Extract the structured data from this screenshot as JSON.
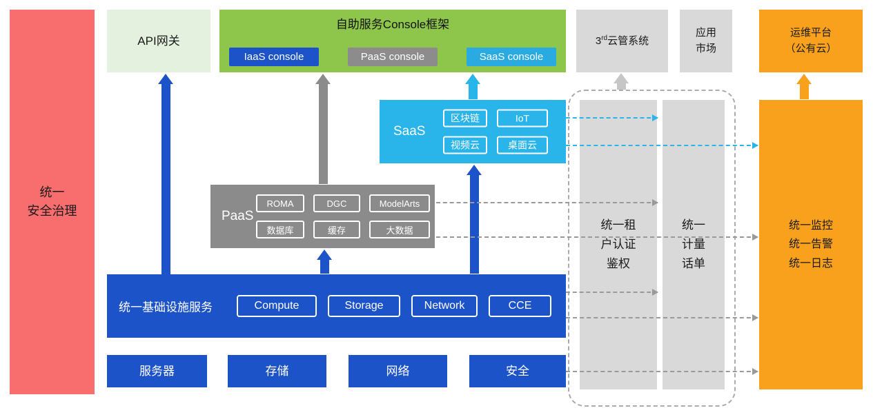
{
  "colors": {
    "red": "#f86e6e",
    "light_green": "#e4f1de",
    "green": "#8ec64c",
    "blue": "#1d53c8",
    "gray": "#8b8b8b",
    "cyan": "#29b4ea",
    "light_gray": "#d9d9d9",
    "orange": "#f9a11c"
  },
  "security_bar": {
    "label": "统一\n安全治理"
  },
  "api_gateway": {
    "label": "API网关"
  },
  "console_frame": {
    "title": "自助服务Console框架",
    "iaas_button": "IaaS console",
    "paas_button": "PaaS console",
    "saas_button": "SaaS console"
  },
  "third_cloud": {
    "num": "3",
    "sup": "rd",
    "rest": "云管系统"
  },
  "app_market": {
    "label": "应用\n市场"
  },
  "om_platform": {
    "label": "运维平台\n（公有云）"
  },
  "saas_box": {
    "label": "SaaS",
    "items": [
      "区块链",
      "IoT",
      "视频云",
      "桌面云"
    ]
  },
  "paas_box": {
    "label": "PaaS",
    "items": [
      "ROMA",
      "DGC",
      "ModelArts",
      "数据库",
      "缓存",
      "大数据"
    ]
  },
  "infra_box": {
    "label": "统一基础设施服务",
    "items": [
      "Compute",
      "Storage",
      "Network",
      "CCE"
    ]
  },
  "hardware": {
    "items": [
      "服务器",
      "存储",
      "网络",
      "安全"
    ]
  },
  "auth_bar": {
    "label": "统一租\n户认证\n鉴权"
  },
  "billing_bar": {
    "label": "统一\n计量\n话单"
  },
  "monitor_bar": {
    "label": "统一监控\n统一告警\n统一日志"
  }
}
